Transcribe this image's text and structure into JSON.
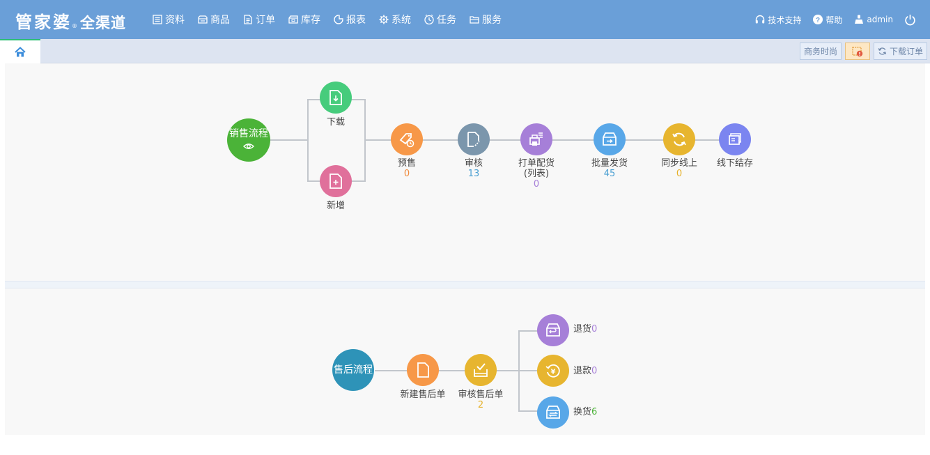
{
  "header": {
    "logo": {
      "brand": "管家婆",
      "reg": "®",
      "sub": "全渠道"
    },
    "nav": [
      {
        "label": "资料",
        "icon": "list-icon"
      },
      {
        "label": "商品",
        "icon": "goods-icon"
      },
      {
        "label": "订单",
        "icon": "order-icon"
      },
      {
        "label": "库存",
        "icon": "inventory-icon"
      },
      {
        "label": "报表",
        "icon": "report-icon"
      },
      {
        "label": "系统",
        "icon": "gear-icon"
      },
      {
        "label": "任务",
        "icon": "clock-icon"
      },
      {
        "label": "服务",
        "icon": "service-icon"
      }
    ],
    "tools": {
      "support": "技术支持",
      "help": "帮助",
      "user": "admin"
    }
  },
  "tabbar": {
    "home_icon": "home-icon",
    "buttons": {
      "shop": "商务时尚",
      "download": "下载订单"
    }
  },
  "sales_flow": {
    "start": "销售流程",
    "download": "下载",
    "add": "新增",
    "steps": [
      {
        "label": "预售",
        "count": "0"
      },
      {
        "label": "审核",
        "count": "13"
      },
      {
        "label": "打单配货",
        "sub": "(列表)",
        "count": "0"
      },
      {
        "label": "批量发货",
        "count": "45"
      },
      {
        "label": "同步线上",
        "count": "0"
      },
      {
        "label": "线下结存"
      }
    ]
  },
  "aftersale_flow": {
    "start": "售后流程",
    "new": "新建售后单",
    "audit": {
      "label": "审核售后单",
      "count": "2"
    },
    "branches": [
      {
        "label": "退货",
        "count": "0"
      },
      {
        "label": "退款",
        "count": "0"
      },
      {
        "label": "换货",
        "count": "6"
      }
    ]
  },
  "colors": {
    "header": "#6a9fd8",
    "green": "#4bb338",
    "teal": "#2e93b8",
    "download": "#46cc7c",
    "add": "#e0709b",
    "presale": "#f79848",
    "audit": "#7b96ac",
    "print": "#a67fd8",
    "ship": "#58a7e8",
    "sync": "#e7b52f",
    "offline": "#7b85f0",
    "count_orange": "#f08a3c",
    "count_blue": "#4a9fd2",
    "count_purple": "#a67fd8",
    "count_yellow": "#e6b12a",
    "count_green": "#4bb338"
  }
}
